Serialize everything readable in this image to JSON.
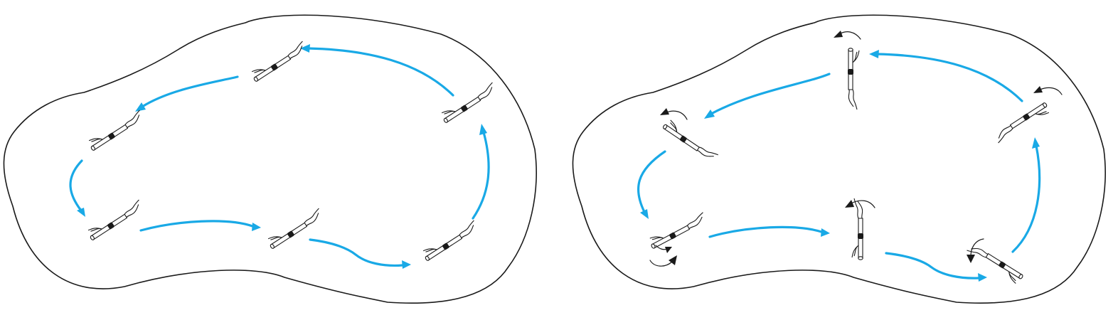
{
  "figure": {
    "panels": [
      {
        "name": "left",
        "description_visible_text": "",
        "sticks": 6,
        "rotation_arrows": 0
      },
      {
        "name": "right",
        "description_visible_text": "",
        "sticks": 6,
        "rotation_arrows": 7
      }
    ],
    "colors": {
      "outline": "#1a1a1a",
      "flow_arrow": "#19a9e6",
      "stick_fill": "#ffffff",
      "knot": "#1a1a1a"
    },
    "icons": {
      "stick": "twig-with-knot-icon",
      "flow_arrow": "flow-arrow-icon",
      "rotation_arrow": "rotation-arrow-icon"
    }
  }
}
